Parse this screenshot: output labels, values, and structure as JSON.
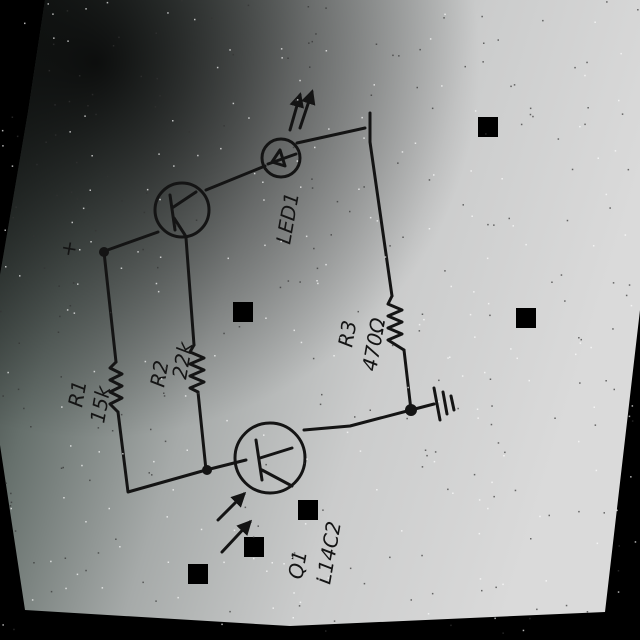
{
  "diagram": {
    "power_symbol": "+",
    "ground_symbol": "ground-symbol",
    "components": {
      "r1": {
        "name": "R1",
        "value": "15k"
      },
      "r2": {
        "name": "R2",
        "value": "22k"
      },
      "r3": {
        "name": "R3",
        "value": "470Ω"
      },
      "led": {
        "name": "LED1"
      },
      "q1": {
        "name": "Q1",
        "part": "L14C2"
      }
    }
  }
}
